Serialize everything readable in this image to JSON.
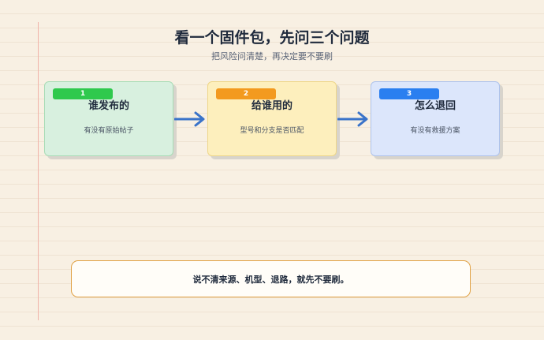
{
  "header": {
    "title": "看一个固件包，先问三个问题",
    "subtitle": "把风险问清楚，再决定要不要刷"
  },
  "steps": [
    {
      "number": "1",
      "title": "谁发布的",
      "desc": "有没有原始帖子",
      "badge_color": "#2fc94d",
      "card_bg": "#d8f0df",
      "card_border": "#a8dcb6"
    },
    {
      "number": "2",
      "title": "给谁用的",
      "desc": "型号和分支是否匹配",
      "badge_color": "#f39a1f",
      "card_bg": "#fdefbd",
      "card_border": "#eed689"
    },
    {
      "number": "3",
      "title": "怎么退回",
      "desc": "有没有救援方案",
      "badge_color": "#2a7ff0",
      "card_bg": "#dce6fb",
      "card_border": "#aec3ec"
    }
  ],
  "arrow_color": "#3a73c9",
  "summary": {
    "text": "说不清来源、机型、退路，就先不要刷。"
  }
}
